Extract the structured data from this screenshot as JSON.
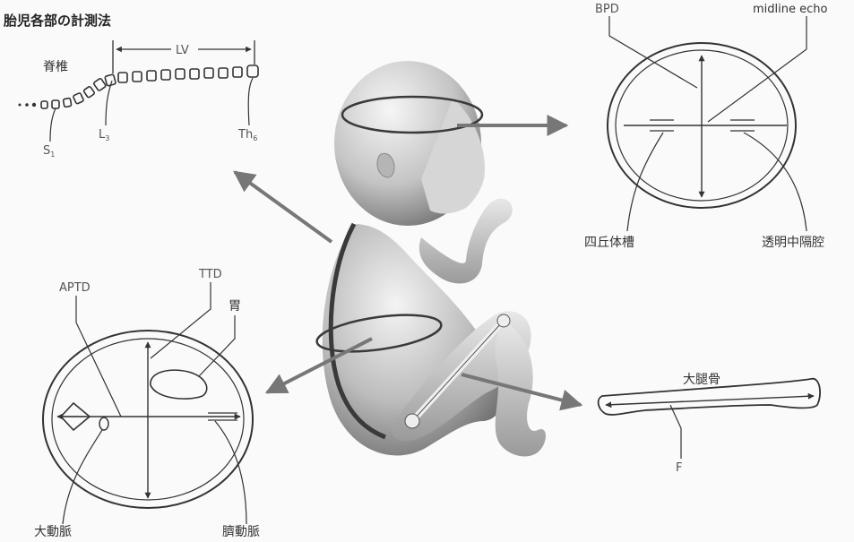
{
  "title": "胎児各部の計測法",
  "spine": {
    "label": "脊椎",
    "lv": "LV",
    "s1": {
      "main": "S",
      "sub": "1"
    },
    "l3": {
      "main": "L",
      "sub": "3"
    },
    "th6": {
      "main": "Th",
      "sub": "6"
    }
  },
  "head": {
    "bpd": "BPD",
    "midline": "midline echo",
    "quadrigeminal": "四丘体槽",
    "septum": "透明中隔腔"
  },
  "abdomen": {
    "aptd": "APTD",
    "ttd": "TTD",
    "stomach": "胃",
    "aorta": "大動脈",
    "umbilical": "臍動脈"
  },
  "femur": {
    "label": "大腿骨",
    "f": "F"
  },
  "colors": {
    "line": "#333333",
    "arrow": "#777777",
    "fetus_light": "#f2f2f2",
    "fetus_dark": "#6e6e6e"
  }
}
